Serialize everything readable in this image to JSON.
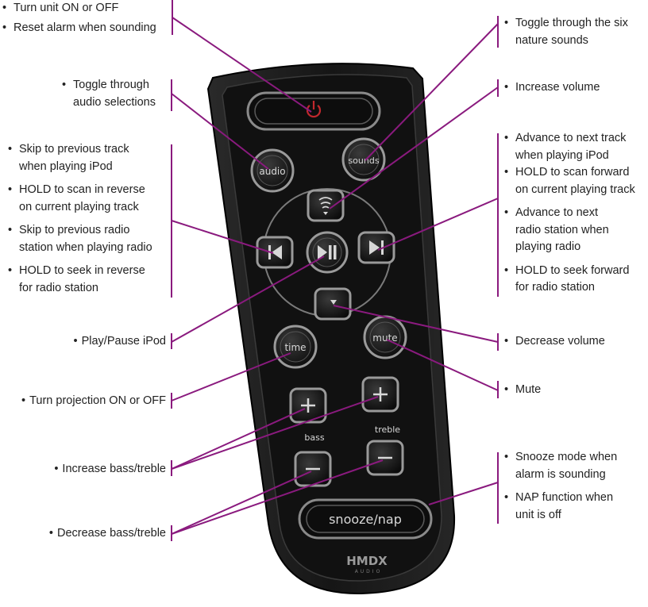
{
  "colors": {
    "leader": "#8a1a7e",
    "remote_body": "#1a1a1a",
    "button_ring": "#9a9a9a",
    "power_red": "#c0282d"
  },
  "remote": {
    "audio_label": "audio",
    "sounds_label": "sounds",
    "time_label": "time",
    "mute_label": "mute",
    "bass_label": "bass",
    "treble_label": "treble",
    "snooze_label": "snooze/nap",
    "brand_label": "HMDX",
    "brand_sub": "AUDIO"
  },
  "labels": {
    "power": [
      "Turn unit ON or OFF",
      "Reset alarm when sounding"
    ],
    "audio": [
      "Toggle through",
      "audio selections"
    ],
    "prev": [
      "Skip to previous track",
      "when playing iPod",
      "HOLD to scan in reverse",
      "on current playing track",
      "Skip to previous radio",
      "station when playing radio",
      "HOLD to seek in reverse",
      "for radio station"
    ],
    "play": "Play/Pause iPod",
    "projection": "Turn projection ON or OFF",
    "increase_bt": "Increase bass/treble",
    "decrease_bt": "Decrease bass/treble",
    "sounds": [
      "Toggle through the six",
      "nature sounds"
    ],
    "vol_up": "Increase volume",
    "next": [
      "Advance to next track",
      "when playing iPod",
      "HOLD to scan forward",
      "on current playing track",
      "Advance to next",
      "radio station when",
      "playing radio",
      "HOLD to seek forward",
      "for radio station"
    ],
    "vol_down": "Decrease volume",
    "mute": "Mute",
    "snooze": [
      "Snooze mode when",
      "alarm is sounding",
      "NAP function when",
      "unit is off"
    ]
  }
}
